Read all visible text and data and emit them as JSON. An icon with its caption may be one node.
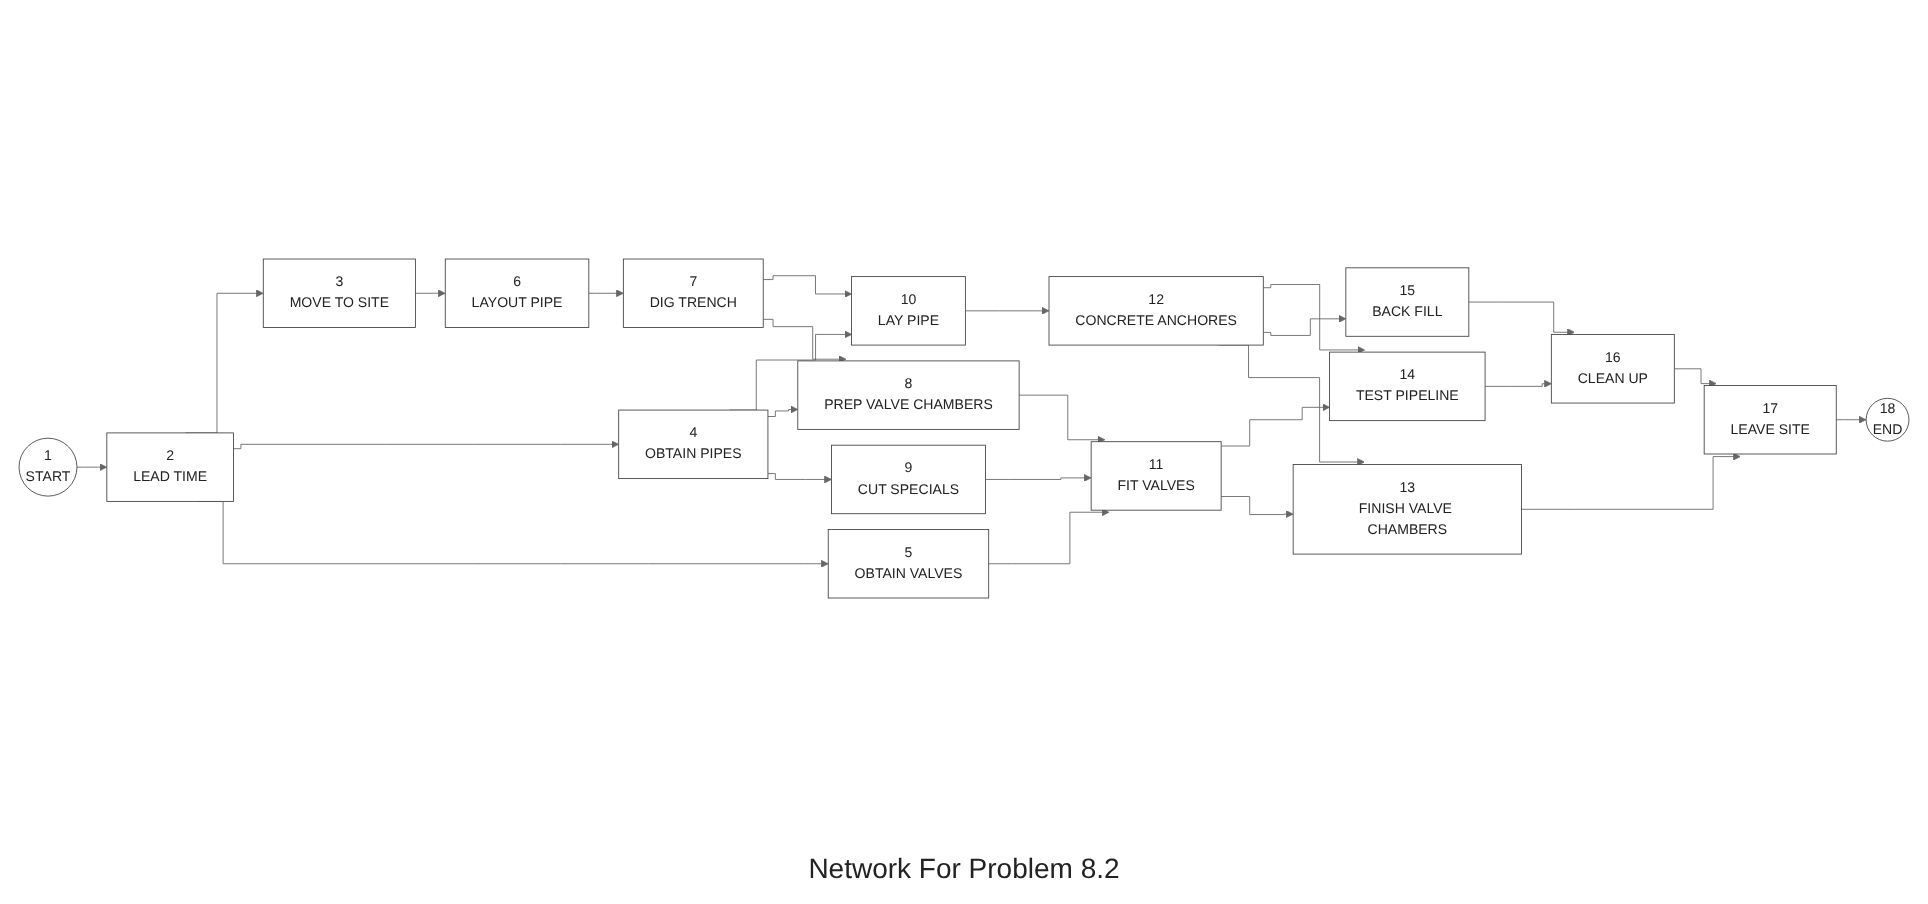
{
  "diagram": {
    "caption": "Network For Problem 8.2",
    "nodes": [
      {
        "text": [
          "1",
          "START"
        ]
      },
      {
        "text": [
          "2",
          "LEAD TIME"
        ]
      },
      {
        "text": [
          "3",
          "MOVE TO SITE"
        ]
      },
      {
        "text": [
          "4",
          "OBTAIN PIPES"
        ]
      },
      {
        "text": [
          "5",
          "OBTAIN VALVES"
        ]
      },
      {
        "text": [
          "6",
          "LAYOUT PIPE"
        ]
      },
      {
        "text": [
          "7",
          "DIG TRENCH"
        ]
      },
      {
        "text": [
          "8",
          "PREP VALVE CHAMBERS"
        ]
      },
      {
        "text": [
          "9",
          "CUT SPECIALS"
        ]
      },
      {
        "text": [
          "10",
          "LAY PIPE"
        ]
      },
      {
        "text": [
          "11",
          "FIT VALVES"
        ]
      },
      {
        "text": [
          "12",
          "CONCRETE ANCHORES"
        ]
      },
      {
        "text": [
          "13",
          "FINISH VALVE CHAMBERS"
        ]
      },
      {
        "text": [
          "14",
          "TEST PIPELINE"
        ]
      },
      {
        "text": [
          "15",
          "BACK FILL"
        ]
      },
      {
        "text": [
          "16",
          "CLEAN UP"
        ]
      },
      {
        "text": [
          "17",
          "LEAVE SITE"
        ]
      },
      {
        "text": [
          "18",
          "END"
        ]
      }
    ],
    "edges": [
      {
        "from": 0,
        "to": 1,
        "arrow": "to"
      },
      {
        "from": 1,
        "to": 2,
        "arrow": "to"
      },
      {
        "from": 1,
        "to": 3,
        "arrow": "to"
      },
      {
        "from": 1,
        "to": 4,
        "arrow": "to"
      },
      {
        "from": 2,
        "to": 5,
        "arrow": "to"
      },
      {
        "from": 5,
        "to": 6,
        "arrow": "to"
      },
      {
        "from": 6,
        "to": 9,
        "arrow": "to"
      },
      {
        "from": 6,
        "to": 7,
        "arrow": "to"
      },
      {
        "from": 3,
        "to": 9,
        "arrow": "to"
      },
      {
        "from": 3,
        "to": 7,
        "arrow": "to"
      },
      {
        "from": 3,
        "to": 8,
        "arrow": "to"
      },
      {
        "from": 7,
        "to": 10,
        "arrow": "to"
      },
      {
        "from": 8,
        "to": 10,
        "arrow": "to"
      },
      {
        "from": 4,
        "to": 10,
        "arrow": "to"
      },
      {
        "from": 9,
        "to": 11,
        "arrow": "to"
      },
      {
        "from": 10,
        "to": 13,
        "arrow": "to"
      },
      {
        "from": 11,
        "to": 13,
        "arrow": "to"
      },
      {
        "from": 11,
        "to": 14,
        "arrow": "to"
      },
      {
        "from": 11,
        "to": 12,
        "arrow": "to"
      },
      {
        "from": 10,
        "to": 12,
        "arrow": "to"
      },
      {
        "from": 13,
        "to": 15,
        "arrow": "to"
      },
      {
        "from": 14,
        "to": 15,
        "arrow": "to"
      },
      {
        "from": 15,
        "to": 16,
        "arrow": "to"
      },
      {
        "from": 12,
        "to": 16,
        "arrow": "to"
      },
      {
        "from": 16,
        "to": 17,
        "arrow": "to"
      }
    ]
  }
}
